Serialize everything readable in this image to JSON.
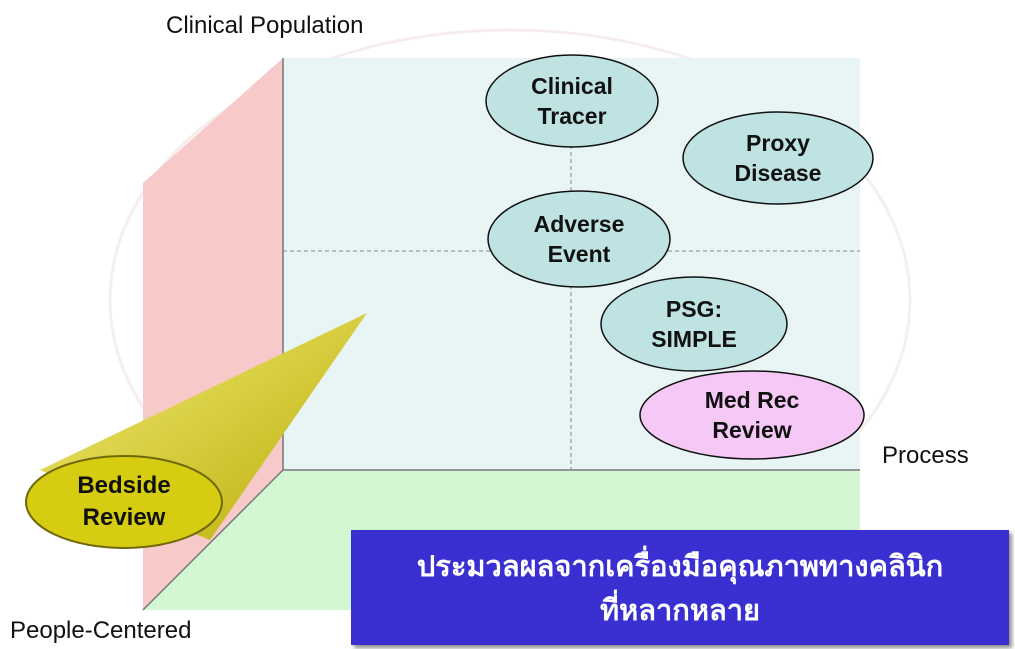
{
  "axes": {
    "vertical": "Clinical Population",
    "horizontal": "Process",
    "depth": "People-Centered"
  },
  "bubbles": [
    {
      "id": "clinical-tracer",
      "lines": [
        "Clinical",
        "Tracer"
      ],
      "fill": "#bfe3e3"
    },
    {
      "id": "proxy-disease",
      "lines": [
        "Proxy",
        "Disease"
      ],
      "fill": "#bfe3e3"
    },
    {
      "id": "adverse-event",
      "lines": [
        "Adverse",
        "Event"
      ],
      "fill": "#bfe3e3"
    },
    {
      "id": "psg-simple",
      "lines": [
        "PSG:",
        "SIMPLE"
      ],
      "fill": "#bfe3e3"
    },
    {
      "id": "med-rec-review",
      "lines": [
        "Med Rec",
        "Review"
      ],
      "fill": "#f6c8f6"
    }
  ],
  "bedside": {
    "lines": [
      "Bedside",
      "Review"
    ],
    "fill": "#d6cc12"
  },
  "banner": {
    "lines": [
      "ประมวลผลจากเครื่องมือคุณภาพทางคลินิก",
      "ที่หลากหลาย"
    ],
    "background": "#3a2fd0"
  },
  "colors": {
    "back_plane": "#e9f5f5",
    "left_plane": "#f7c9c9",
    "floor_plane": "#d3f7d3"
  }
}
